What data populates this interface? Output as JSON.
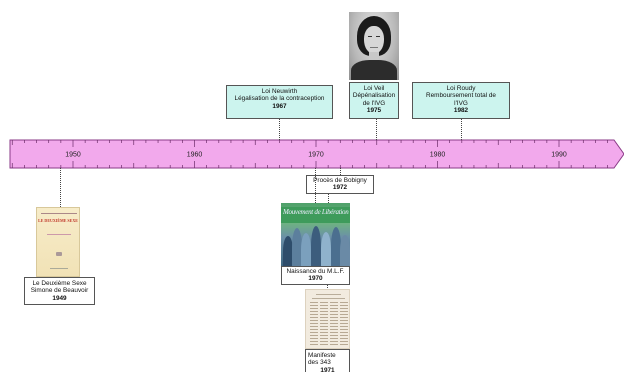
{
  "timeline": {
    "bar_color": "#f2a9ec",
    "bar_border": "#8a3a87",
    "year_labels": [
      "1950",
      "1960",
      "1970",
      "1980",
      "1990"
    ]
  },
  "events": {
    "neuwirth": {
      "title": "Loi Neuwirth",
      "desc": "Légalisation de la contraception",
      "year": "1967"
    },
    "veil": {
      "title": "Loi Veil",
      "desc_line1": "Dépénalisation",
      "desc_line2": "de l'IVG",
      "year": "1975"
    },
    "roudy": {
      "title": "Loi Roudy",
      "desc_line1": "Remboursement total de",
      "desc_line2": "l'IVG",
      "year": "1982"
    },
    "bobigny": {
      "title": "Procès de Bobigny",
      "year": "1972"
    },
    "mlf": {
      "title": "Naissance du M.L.F.",
      "year": "1970"
    },
    "beauvoir": {
      "title": "Le Deuxième Sexe",
      "author": "Simone de Beauvoir",
      "year": "1949"
    },
    "manifeste": {
      "title_line1": "Manifeste",
      "title_line2": "des 343",
      "year": "1971"
    }
  },
  "images": {
    "book_cover": {
      "title_text": "LE DEUXIÈME SEXE",
      "icon": "book-cover-image"
    },
    "portrait": {
      "icon": "portrait-photo"
    },
    "mlf_photo": {
      "banner_text": "Mouvement de Libération",
      "icon": "protest-photo"
    },
    "manifesto_doc": {
      "icon": "document-image"
    }
  }
}
